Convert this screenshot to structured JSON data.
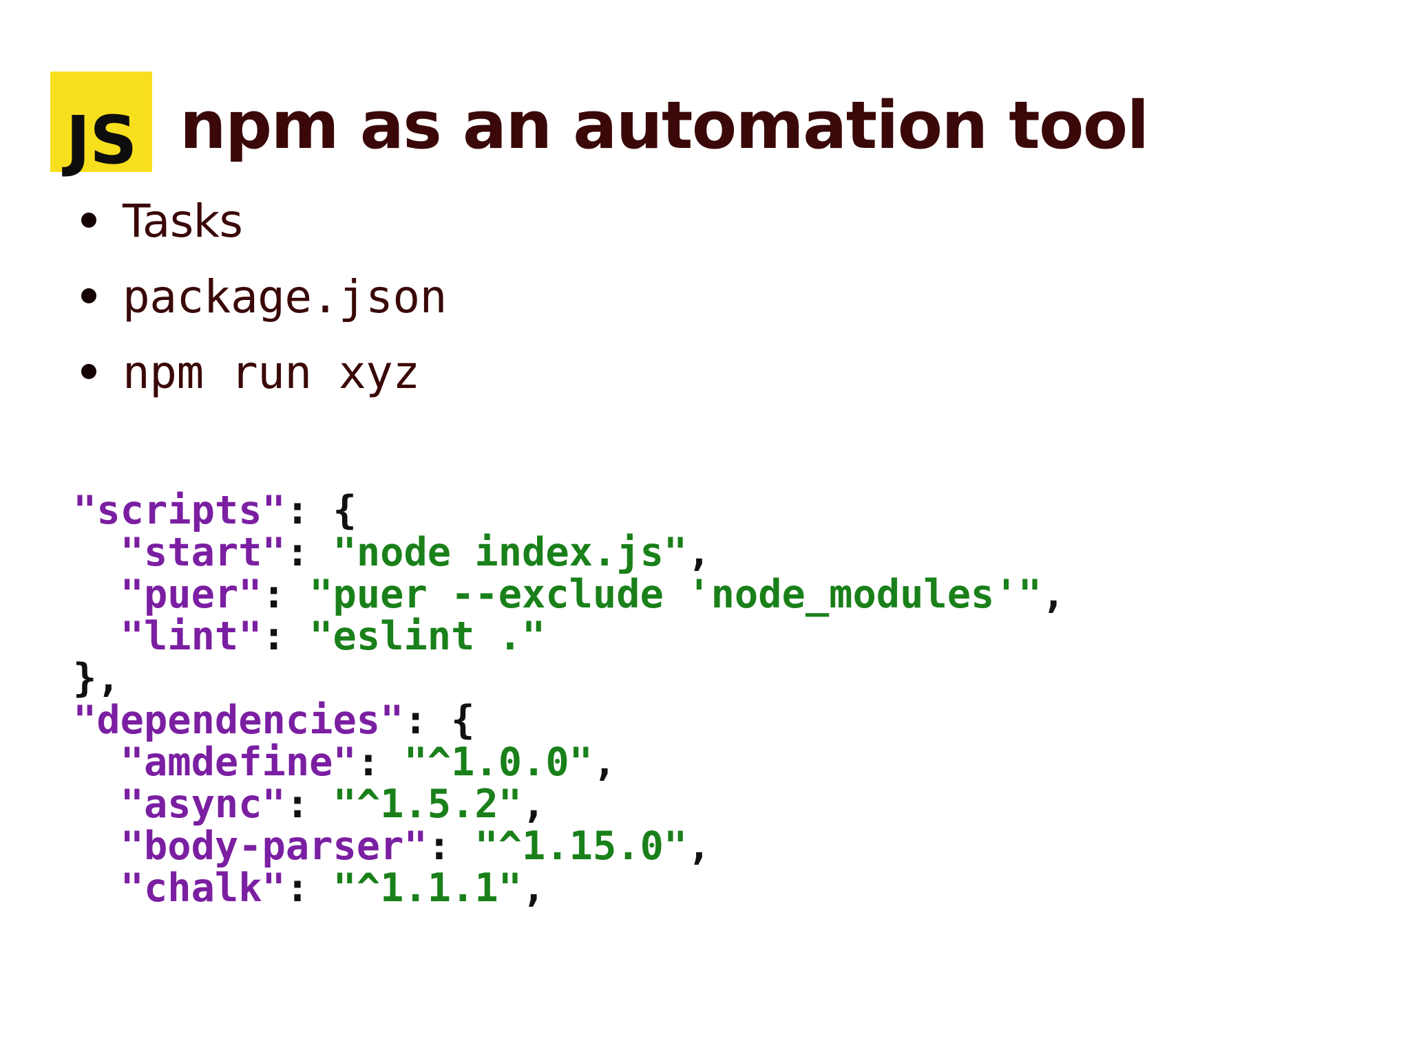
{
  "slide": {
    "background_color": "#ffffff",
    "badge": {
      "label": "JS",
      "bg_color": "#f7df1e",
      "text_color": "#0d0d0d"
    },
    "title": "npm as an automation tool",
    "title_color": "#3a0808"
  },
  "bullets": [
    {
      "label": "Tasks",
      "style": "sans"
    },
    {
      "label": "package.json",
      "style": "mono"
    },
    {
      "label": "npm run xyz",
      "style": "mono"
    }
  ],
  "code": {
    "language": "json",
    "colors": {
      "key": "#7b1fa2",
      "string": "#1a801a",
      "punct": "#111111"
    },
    "lines": [
      {
        "indent": "",
        "tokens": [
          {
            "t": "key",
            "v": "\"scripts\""
          },
          {
            "t": "punct",
            "v": ": {"
          }
        ]
      },
      {
        "indent": "  ",
        "tokens": [
          {
            "t": "key",
            "v": "\"start\""
          },
          {
            "t": "punct",
            "v": ": "
          },
          {
            "t": "string",
            "v": "\"node index.js\""
          },
          {
            "t": "punct",
            "v": ","
          }
        ]
      },
      {
        "indent": "  ",
        "tokens": [
          {
            "t": "key",
            "v": "\"puer\""
          },
          {
            "t": "punct",
            "v": ": "
          },
          {
            "t": "string",
            "v": "\"puer --exclude 'node_modules'\""
          },
          {
            "t": "punct",
            "v": ","
          }
        ]
      },
      {
        "indent": "  ",
        "tokens": [
          {
            "t": "key",
            "v": "\"lint\""
          },
          {
            "t": "punct",
            "v": ": "
          },
          {
            "t": "string",
            "v": "\"eslint .\""
          }
        ]
      },
      {
        "indent": "",
        "tokens": [
          {
            "t": "punct",
            "v": "},"
          }
        ]
      },
      {
        "indent": "",
        "tokens": [
          {
            "t": "key",
            "v": "\"dependencies\""
          },
          {
            "t": "punct",
            "v": ": {"
          }
        ]
      },
      {
        "indent": "  ",
        "tokens": [
          {
            "t": "key",
            "v": "\"amdefine\""
          },
          {
            "t": "punct",
            "v": ": "
          },
          {
            "t": "string",
            "v": "\"^1.0.0\""
          },
          {
            "t": "punct",
            "v": ","
          }
        ]
      },
      {
        "indent": "  ",
        "tokens": [
          {
            "t": "key",
            "v": "\"async\""
          },
          {
            "t": "punct",
            "v": ": "
          },
          {
            "t": "string",
            "v": "\"^1.5.2\""
          },
          {
            "t": "punct",
            "v": ","
          }
        ]
      },
      {
        "indent": "  ",
        "tokens": [
          {
            "t": "key",
            "v": "\"body-parser\""
          },
          {
            "t": "punct",
            "v": ": "
          },
          {
            "t": "string",
            "v": "\"^1.15.0\""
          },
          {
            "t": "punct",
            "v": ","
          }
        ]
      },
      {
        "indent": "  ",
        "tokens": [
          {
            "t": "key",
            "v": "\"chalk\""
          },
          {
            "t": "punct",
            "v": ": "
          },
          {
            "t": "string",
            "v": "\"^1.1.1\""
          },
          {
            "t": "punct",
            "v": ","
          }
        ]
      }
    ]
  }
}
